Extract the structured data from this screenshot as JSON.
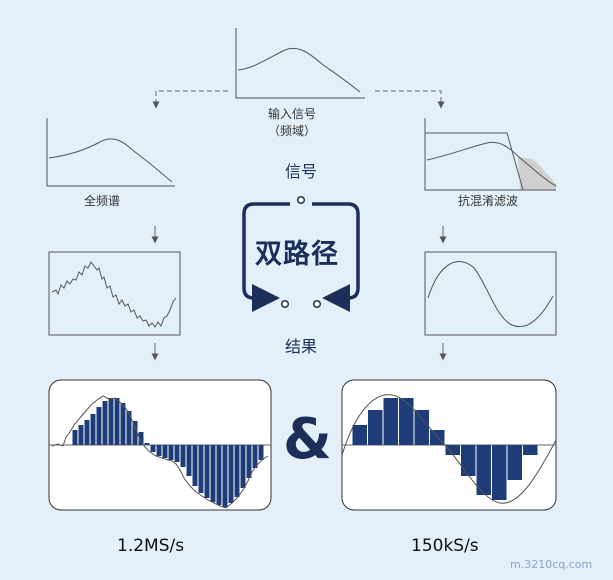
{
  "labels": {
    "input_signal": "输入信号",
    "freq_domain": "（频域）",
    "full_spectrum": "全频谱",
    "anti_alias": "抗混淆滤波",
    "signal": "信号",
    "dual_path": "双路径",
    "result": "结果",
    "ampersand": "&",
    "rate_left": "1.2MS/s",
    "rate_right": "150kS/s",
    "watermark": "m.3210cq.com"
  },
  "colors": {
    "navy": "#1c2f5a",
    "bar": "#1d3c78",
    "line": "#4a4a4a",
    "background": "#e3eff9",
    "shade": "#cfcfcf"
  }
}
